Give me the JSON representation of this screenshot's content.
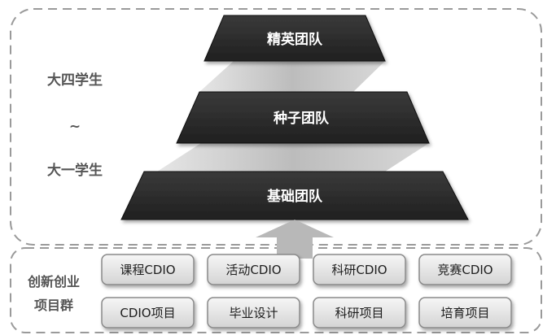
{
  "pyramid": {
    "tiers": [
      {
        "label": "精英团队"
      },
      {
        "label": "种子团队"
      },
      {
        "label": "基础团队"
      }
    ]
  },
  "side": {
    "top": "大四学生",
    "tilde": "~",
    "bottom": "大一学生"
  },
  "projects": {
    "group_label": [
      "创新创业",
      "项目群"
    ],
    "rows": [
      [
        "课程CDIO",
        "活动CDIO",
        "科研CDIO",
        "竞赛CDIO"
      ],
      [
        "CDIO项目",
        "毕业设计",
        "科研项目",
        "培育项目"
      ]
    ]
  }
}
